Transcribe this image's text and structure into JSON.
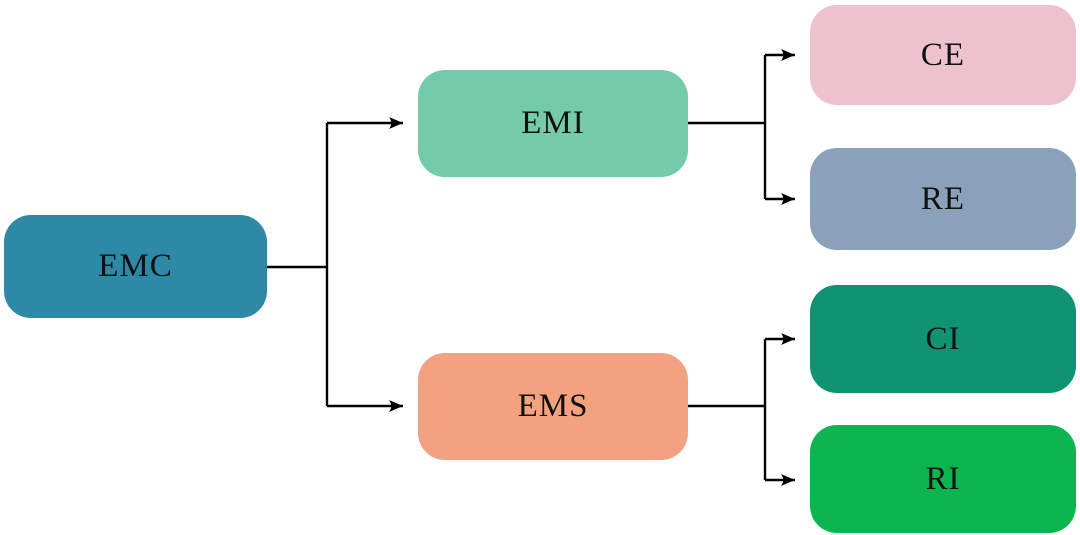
{
  "diagram": {
    "type": "tree",
    "description": "EMC classification flowchart",
    "text_color": "#111111",
    "line_color": "#000000",
    "background": "#ffffff",
    "nodes": {
      "emc": {
        "label": "EMC",
        "color": "#2d89a5"
      },
      "emi": {
        "label": "EMI",
        "color": "#74cbaa"
      },
      "ems": {
        "label": "EMS",
        "color": "#f2a181"
      },
      "ce": {
        "label": "CE",
        "color": "#edc1ce"
      },
      "re": {
        "label": "RE",
        "color": "#8ba0b9"
      },
      "ci": {
        "label": "CI",
        "color": "#109372"
      },
      "ri": {
        "label": "RI",
        "color": "#0cb54f"
      }
    },
    "edges": [
      {
        "from": "EMC",
        "to": "EMI"
      },
      {
        "from": "EMC",
        "to": "EMS"
      },
      {
        "from": "EMI",
        "to": "CE"
      },
      {
        "from": "EMI",
        "to": "RE"
      },
      {
        "from": "EMS",
        "to": "CI"
      },
      {
        "from": "EMS",
        "to": "RI"
      }
    ],
    "arrow_style": "filled-stealth"
  }
}
